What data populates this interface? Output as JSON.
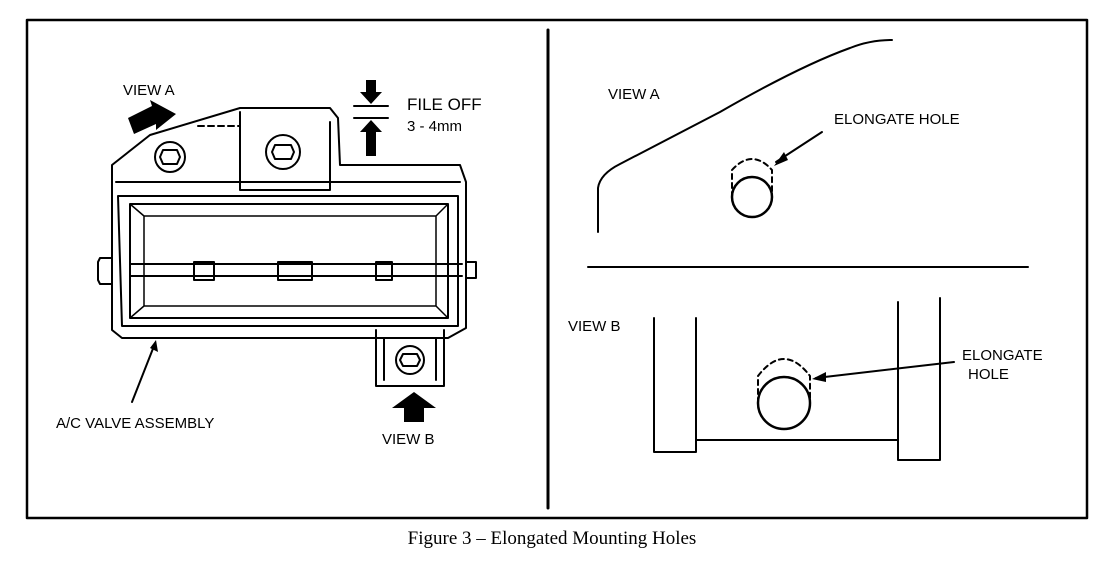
{
  "left_panel": {
    "view_a_label": "VIEW A",
    "view_b_label": "VIEW B",
    "file_off_label": "FILE OFF",
    "file_off_amount": "3 - 4mm",
    "assembly_label": "A/C VALVE ASSEMBLY"
  },
  "right_panel": {
    "top": {
      "view_label": "VIEW A",
      "hole_label": "ELONGATE HOLE"
    },
    "bottom": {
      "view_label": "VIEW B",
      "hole_label_line1": "ELONGATE",
      "hole_label_line2": "HOLE"
    }
  },
  "caption": "Figure 3 – Elongated Mounting Holes",
  "colors": {
    "ink": "#000000",
    "paper": "#ffffff"
  }
}
